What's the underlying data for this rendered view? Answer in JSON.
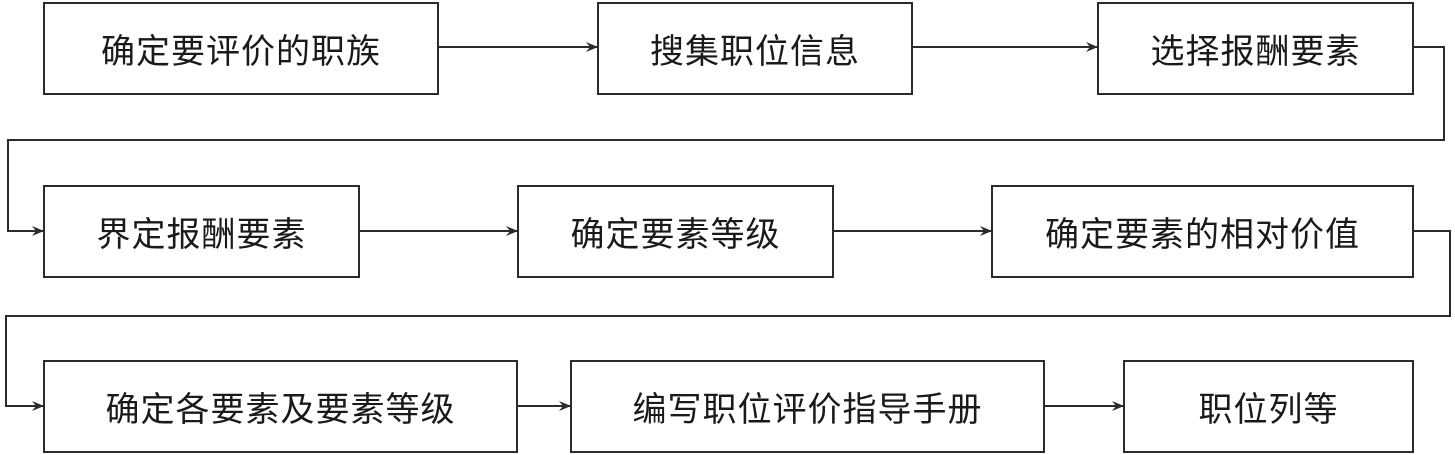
{
  "steps": [
    {
      "label": "确定要评价的职族"
    },
    {
      "label": "搜集职位信息"
    },
    {
      "label": "选择报酬要素"
    },
    {
      "label": "界定报酬要素"
    },
    {
      "label": "确定要素等级"
    },
    {
      "label": "确定要素的相对价值"
    },
    {
      "label": "确定各要素及要素等级"
    },
    {
      "label": "编写职位评价指导手册"
    },
    {
      "label": "职位列等"
    }
  ],
  "colors": {
    "line": "#2b2b2b",
    "text": "#1a1a1a",
    "background": "#ffffff"
  }
}
